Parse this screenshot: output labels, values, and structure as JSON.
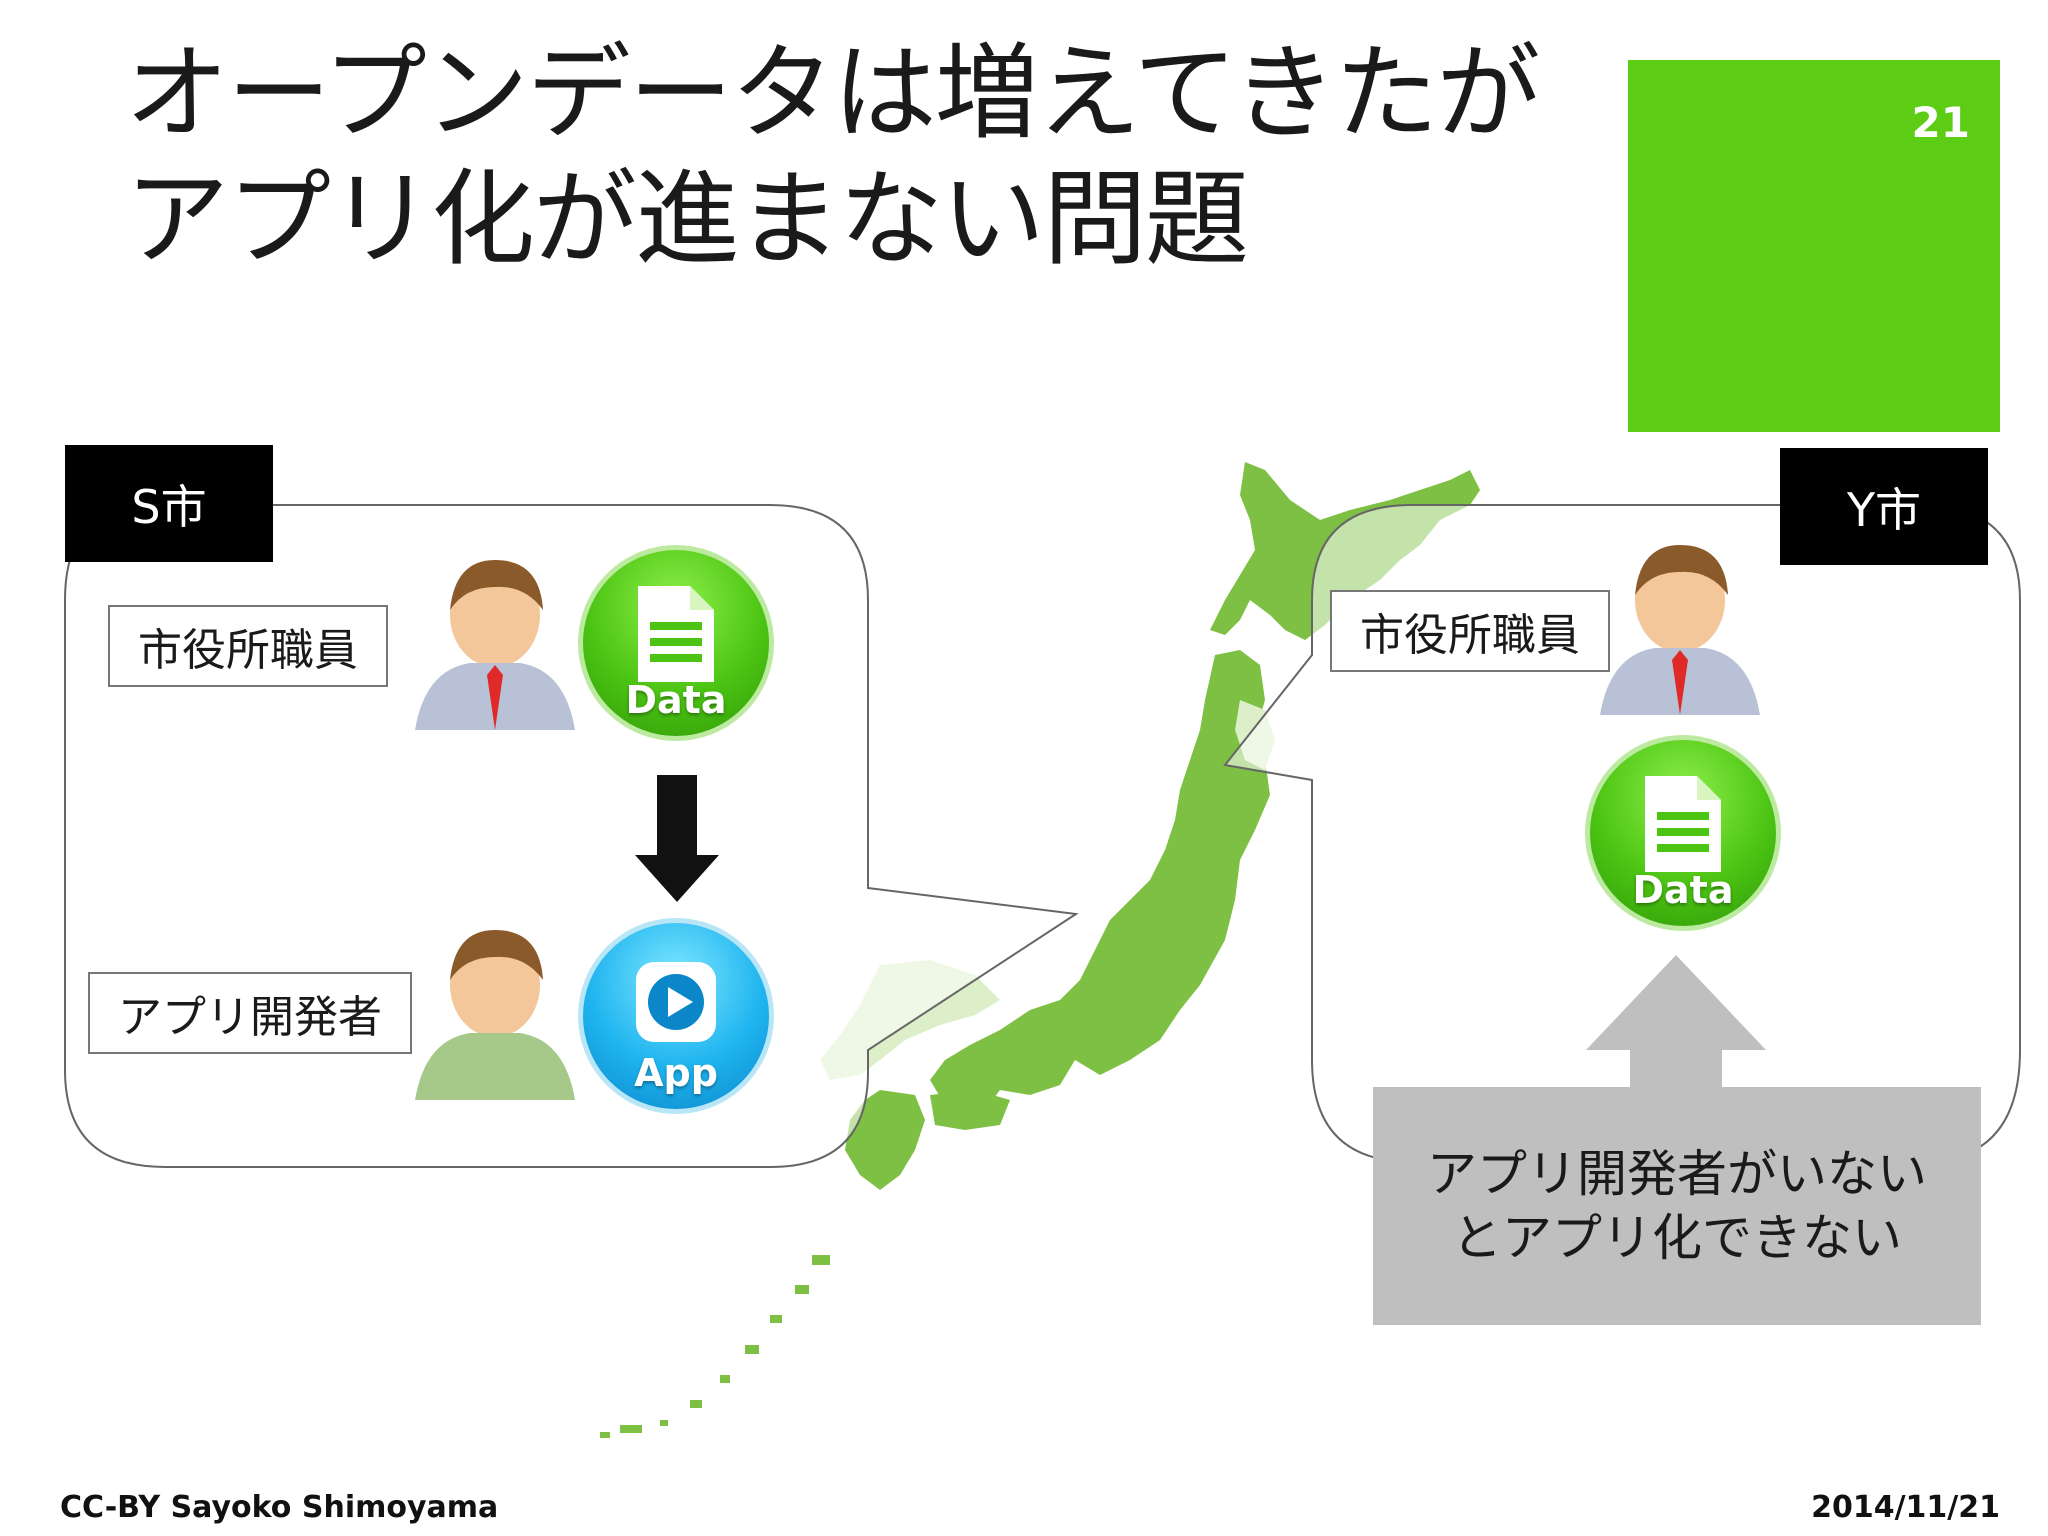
{
  "title": {
    "line1": "オープンデータは増えてきたが",
    "line2": "アプリ化が進まない問題"
  },
  "page_number": "21",
  "left_panel": {
    "tag": "S市",
    "staff_label": "市役所職員",
    "developer_label": "アプリ開発者",
    "data_icon_label": "Data",
    "app_icon_label": "App"
  },
  "right_panel": {
    "tag": "Y市",
    "staff_label": "市役所職員",
    "data_icon_label": "Data",
    "callout": {
      "line1": "アプリ開発者がいない",
      "line2": "とアプリ化できない"
    }
  },
  "footer": {
    "license": "CC-BY Sayoko Shimoyama",
    "date": "2014/11/21"
  },
  "colors": {
    "accent_green": "#5ccd14",
    "map_green": "#7dc043",
    "map_light": "#dcefc8",
    "callout_gray": "#bfbfc0"
  }
}
